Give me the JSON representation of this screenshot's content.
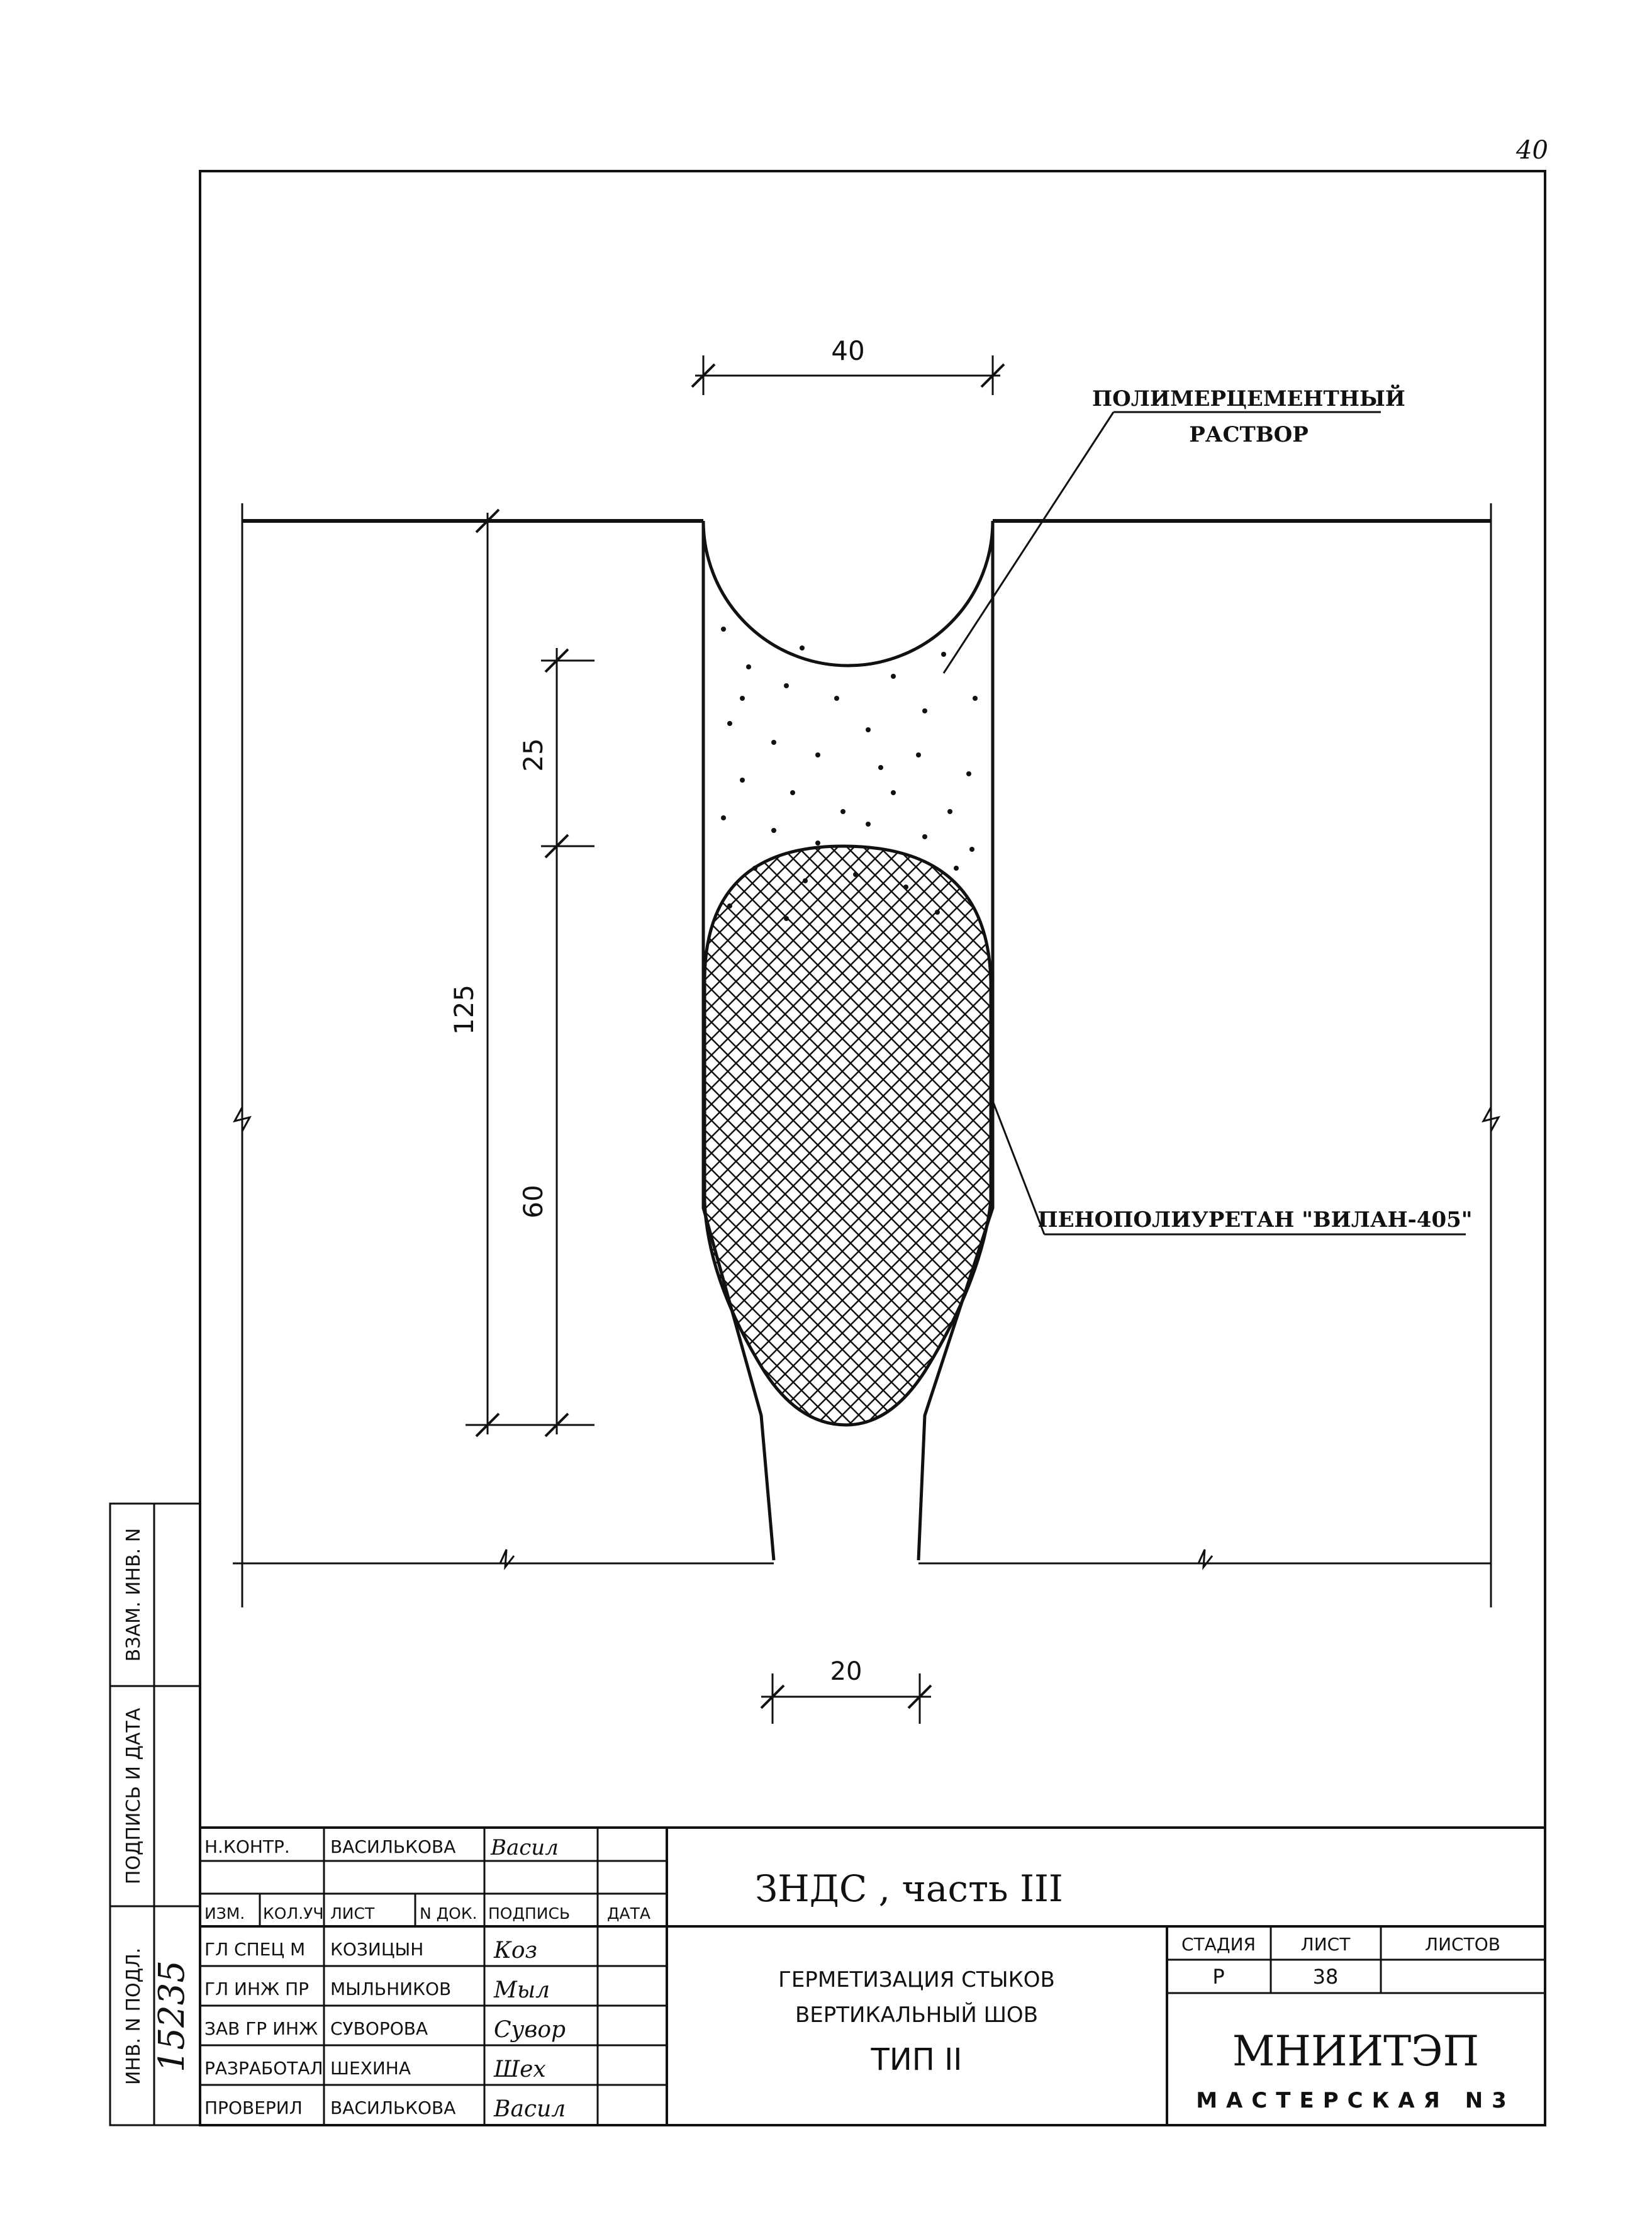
{
  "page_number": "40",
  "drawing": {
    "dim_top_width": "40",
    "dim_bottom_width": "20",
    "dim_total_depth": "125",
    "dim_mortar_depth": "25",
    "dim_foam_depth": "60",
    "label_mortar_line1": "ПОЛИМЕРЦЕМЕНТНЫЙ",
    "label_mortar_line2": "РАСТВОР",
    "label_foam": "ПЕНОПОЛИУРЕТАН \"ВИЛАН-405\""
  },
  "side_stamp": {
    "inv_podl": "ИНВ. N ПОДЛ.",
    "podpis_data": "ПОДПИСЬ И ДАТА",
    "vzam_inv": "ВЗАМ. ИНВ. N",
    "inv_number_handwritten": "15235"
  },
  "title_block": {
    "rows": [
      {
        "role": "Н.КОНТР.",
        "name": "ВАСИЛЬКОВА",
        "sign": "Васил"
      },
      {
        "role": "",
        "name": "",
        "sign": ""
      },
      {
        "role": "ГЛ СПЕЦ М",
        "name": "КОЗИЦЫН",
        "sign": "Коз"
      },
      {
        "role": "ГЛ ИНЖ ПР",
        "name": "МЫЛЬНИКОВ",
        "sign": "Мыл"
      },
      {
        "role": "ЗАВ ГР ИНЖ",
        "name": "СУВОРОВА",
        "sign": "Сувор"
      },
      {
        "role": "РАЗРАБОТАЛ",
        "name": "ШЕХИНА",
        "sign": "Шех"
      },
      {
        "role": "ПРОВЕРИЛ",
        "name": "ВАСИЛЬКОВА",
        "sign": "Васил"
      }
    ],
    "header": {
      "izm": "ИЗМ.",
      "kol_uch": "КОЛ.УЧ",
      "list": "ЛИСТ",
      "n_dok": "N ДОК.",
      "podpis": "ПОДПИСЬ",
      "data": "ДАТА"
    },
    "project_title": "ЗНДС , часть III",
    "sheet_title_line1": "ГЕРМЕТИЗАЦИЯ СТЫКОВ",
    "sheet_title_line2": "ВЕРТИКАЛЬНЫЙ ШОВ",
    "sheet_title_line3": "ТИП II",
    "stage_label": "СТАДИЯ",
    "sheet_label": "ЛИСТ",
    "sheets_label": "ЛИСТОВ",
    "stage_value": "Р",
    "sheet_value": "38",
    "sheets_value": "",
    "org_name": "МНИИТЭП",
    "org_sub": "МАСТЕРСКАЯ N3"
  }
}
